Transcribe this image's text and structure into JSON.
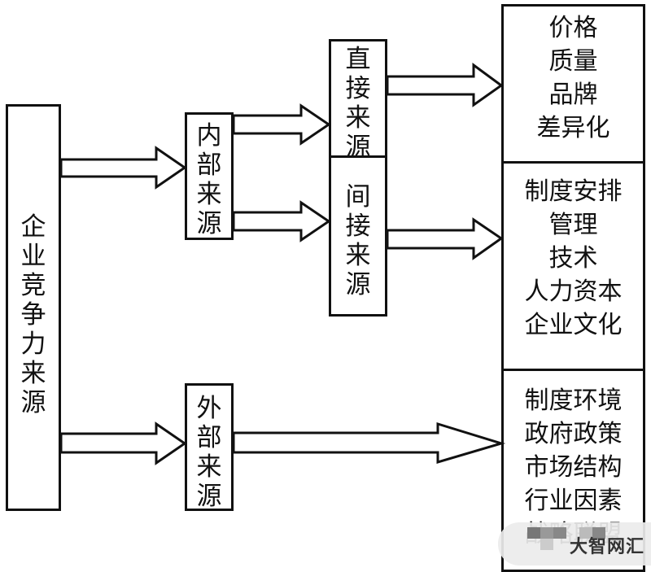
{
  "diagram": {
    "root": {
      "label": "企业竞争力来源"
    },
    "internal": {
      "label": "内部来源"
    },
    "external": {
      "label": "外部来源"
    },
    "direct": {
      "label": "直接来源"
    },
    "indirect": {
      "label": "间接来源"
    },
    "outputs": {
      "direct_factors": [
        "价格",
        "质量",
        "品牌",
        "差异化"
      ],
      "indirect_factors": [
        "制度安排",
        "管理",
        "技术",
        "人力资本",
        "企业文化"
      ],
      "external_factors": [
        "制度环境",
        "政府政策",
        "市场结构",
        "行业因素",
        "战略联盟"
      ]
    },
    "edges": [
      {
        "from": "企业竞争力来源",
        "to": "内部来源"
      },
      {
        "from": "企业竞争力来源",
        "to": "外部来源"
      },
      {
        "from": "内部来源",
        "to": "直接来源"
      },
      {
        "from": "内部来源",
        "to": "间接来源"
      },
      {
        "from": "直接来源",
        "to": "价格/质量/品牌/差异化"
      },
      {
        "from": "间接来源",
        "to": "制度安排/管理/技术/人力资本/企业文化"
      },
      {
        "from": "外部来源",
        "to": "制度环境/政府政策/市场结构/行业因素/战略联盟"
      }
    ]
  },
  "watermark": {
    "text": "大智网汇"
  }
}
